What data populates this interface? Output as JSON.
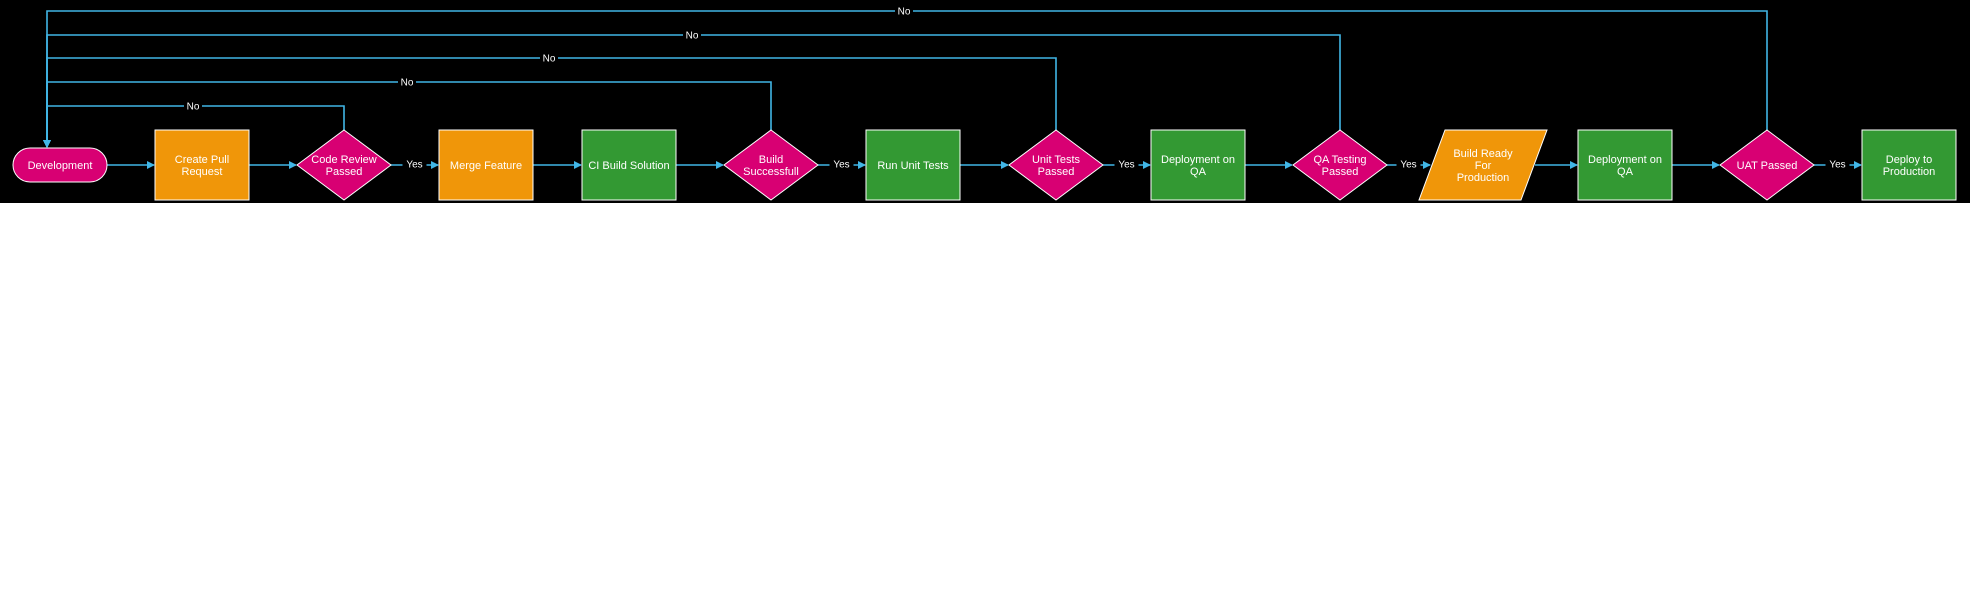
{
  "colors": {
    "background": "#000000",
    "page": "#ffffff",
    "terminal": "#d80073",
    "process_orange": "#f09609",
    "process_green": "#339933",
    "decision": "#d80073",
    "data_orange": "#f09609",
    "edge": "#41b6e6",
    "text": "#ffffff"
  },
  "nodes": [
    {
      "id": "development",
      "kind": "terminal",
      "lines": [
        "Development"
      ]
    },
    {
      "id": "create-pull-request",
      "kind": "process_orange",
      "lines": [
        "Create Pull",
        "Request"
      ]
    },
    {
      "id": "code-review-passed",
      "kind": "decision",
      "lines": [
        "Code Review",
        "Passed"
      ]
    },
    {
      "id": "merge-feature",
      "kind": "process_orange",
      "lines": [
        "Merge Feature"
      ]
    },
    {
      "id": "ci-build-solution",
      "kind": "process_green",
      "lines": [
        "CI Build Solution"
      ]
    },
    {
      "id": "build-successfull",
      "kind": "decision",
      "lines": [
        "Build",
        "Successfull"
      ]
    },
    {
      "id": "run-unit-tests",
      "kind": "process_green",
      "lines": [
        "Run Unit Tests"
      ]
    },
    {
      "id": "unit-tests-passed",
      "kind": "decision",
      "lines": [
        "Unit Tests",
        "Passed"
      ]
    },
    {
      "id": "deployment-on-qa-1",
      "kind": "process_green",
      "lines": [
        "Deployment on",
        "QA"
      ]
    },
    {
      "id": "qa-testing-passed",
      "kind": "decision",
      "lines": [
        "QA Testing",
        "Passed"
      ]
    },
    {
      "id": "build-ready-for-production",
      "kind": "data_orange",
      "lines": [
        "Build Ready",
        "For",
        "Production"
      ]
    },
    {
      "id": "deployment-on-qa-2",
      "kind": "process_green",
      "lines": [
        "Deployment on",
        "QA"
      ]
    },
    {
      "id": "uat-passed",
      "kind": "decision",
      "lines": [
        "UAT Passed"
      ]
    },
    {
      "id": "deploy-to-production",
      "kind": "process_green",
      "lines": [
        "Deploy to",
        "Production"
      ]
    }
  ],
  "edges": [
    {
      "from": "development",
      "to": "create-pull-request",
      "label": ""
    },
    {
      "from": "create-pull-request",
      "to": "code-review-passed",
      "label": ""
    },
    {
      "from": "code-review-passed",
      "to": "merge-feature",
      "label": "Yes"
    },
    {
      "from": "merge-feature",
      "to": "ci-build-solution",
      "label": ""
    },
    {
      "from": "ci-build-solution",
      "to": "build-successfull",
      "label": ""
    },
    {
      "from": "build-successfull",
      "to": "run-unit-tests",
      "label": "Yes"
    },
    {
      "from": "run-unit-tests",
      "to": "unit-tests-passed",
      "label": ""
    },
    {
      "from": "unit-tests-passed",
      "to": "deployment-on-qa-1",
      "label": "Yes"
    },
    {
      "from": "deployment-on-qa-1",
      "to": "qa-testing-passed",
      "label": ""
    },
    {
      "from": "qa-testing-passed",
      "to": "build-ready-for-production",
      "label": "Yes"
    },
    {
      "from": "build-ready-for-production",
      "to": "deployment-on-qa-2",
      "label": ""
    },
    {
      "from": "deployment-on-qa-2",
      "to": "uat-passed",
      "label": ""
    },
    {
      "from": "uat-passed",
      "to": "deploy-to-production",
      "label": "Yes"
    }
  ],
  "feedback_edges": [
    {
      "from": "code-review-passed",
      "to": "development",
      "label": "No"
    },
    {
      "from": "build-successfull",
      "to": "development",
      "label": "No"
    },
    {
      "from": "unit-tests-passed",
      "to": "development",
      "label": "No"
    },
    {
      "from": "qa-testing-passed",
      "to": "development",
      "label": "No"
    },
    {
      "from": "uat-passed",
      "to": "development",
      "label": "No"
    }
  ]
}
